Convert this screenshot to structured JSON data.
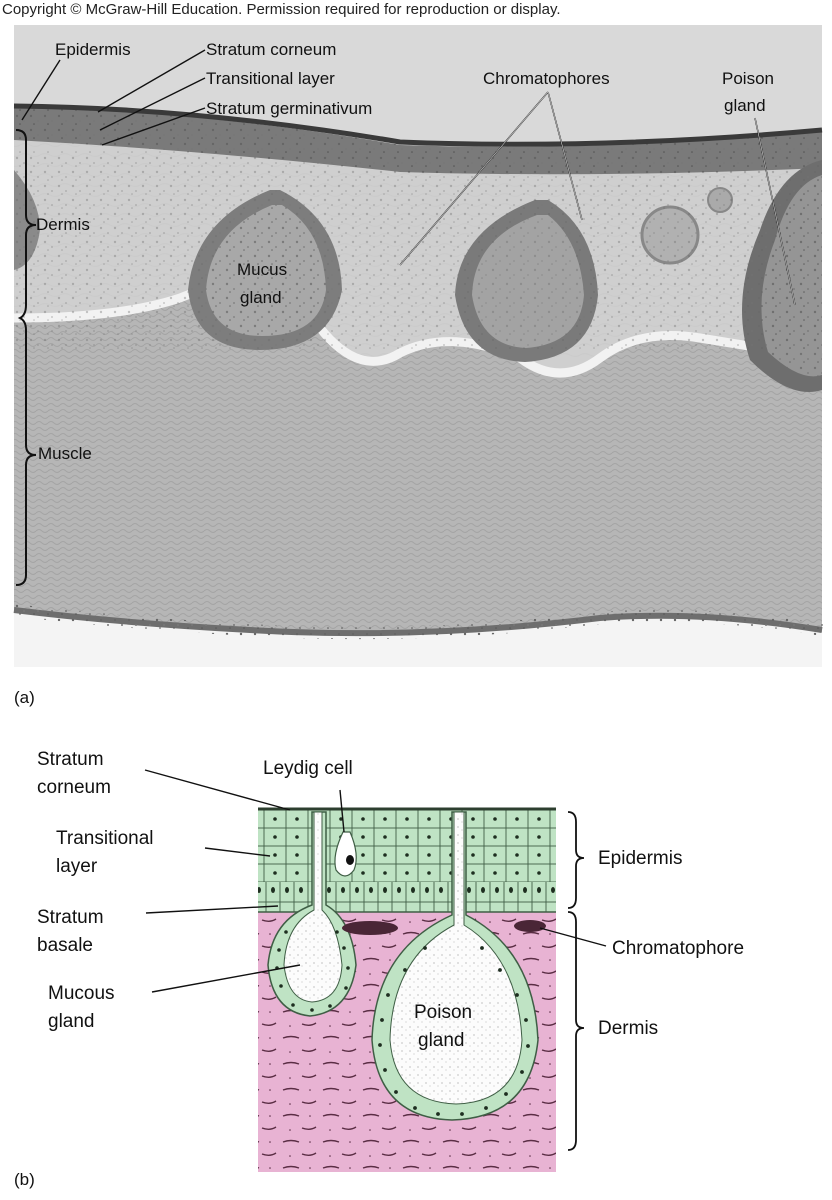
{
  "copyright": "Copyright © McGraw-Hill Education. Permission required for reproduction or display.",
  "panel_a": {
    "letter": "(a)",
    "labels": {
      "epidermis": "Epidermis",
      "stratum_corneum": "Stratum corneum",
      "transitional_layer": "Transitional layer",
      "stratum_germinativum": "Stratum germinativum",
      "chromatophores": "Chromatophores",
      "poison_gland_1": "Poison",
      "poison_gland_2": "gland",
      "dermis": "Dermis",
      "mucus_gland_1": "Mucus",
      "mucus_gland_2": "gland",
      "muscle": "Muscle"
    }
  },
  "panel_b": {
    "letter": "(b)",
    "labels": {
      "stratum_corneum_1": "Stratum",
      "stratum_corneum_2": "corneum",
      "leydig_cell": "Leydig cell",
      "transitional_1": "Transitional",
      "transitional_2": "layer",
      "epidermis": "Epidermis",
      "stratum_basale_1": "Stratum",
      "stratum_basale_2": "basale",
      "chromatophore": "Chromatophore",
      "mucous_gland_1": "Mucous",
      "mucous_gland_2": "gland",
      "poison_gland_1": "Poison",
      "poison_gland_2": "gland",
      "dermis": "Dermis"
    }
  },
  "colors": {
    "epidermis_green": "#bfe3c4",
    "dermis_pink": "#e8b3d3",
    "micrograph_gray": "#b9b9b9"
  }
}
